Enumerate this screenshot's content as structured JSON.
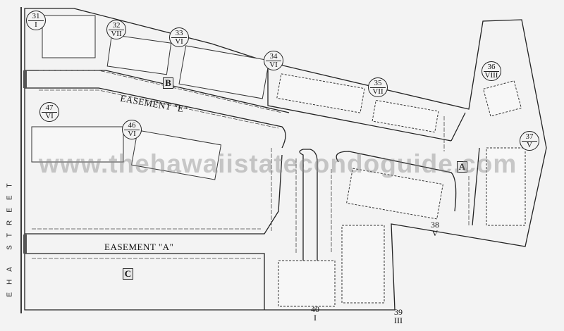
{
  "map": {
    "street_label": "EHA STREET",
    "watermark": "www.thehawaiistatecondoguide.com",
    "easements": [
      {
        "id": "E",
        "label": "EASEMENT \"E\""
      },
      {
        "id": "A",
        "label": "EASEMENT \"A\""
      }
    ],
    "areas": [
      {
        "label": "A"
      },
      {
        "label": "B"
      },
      {
        "label": "C"
      }
    ],
    "buildings": [
      {
        "number": "31",
        "type": "I"
      },
      {
        "number": "32",
        "type": "VII"
      },
      {
        "number": "33",
        "type": "VI"
      },
      {
        "number": "34",
        "type": "VI"
      },
      {
        "number": "35",
        "type": "VII"
      },
      {
        "number": "36",
        "type": "VIII"
      },
      {
        "number": "37",
        "type": "V"
      },
      {
        "number": "38",
        "type": "V"
      },
      {
        "number": "39",
        "type": "III"
      },
      {
        "number": "40",
        "type": "I"
      },
      {
        "number": "46",
        "type": "VI"
      },
      {
        "number": "47",
        "type": "VI"
      }
    ],
    "colors": {
      "background": "#f3f3f3",
      "linework": "#222222",
      "watermark": "#8c8c8c"
    }
  }
}
